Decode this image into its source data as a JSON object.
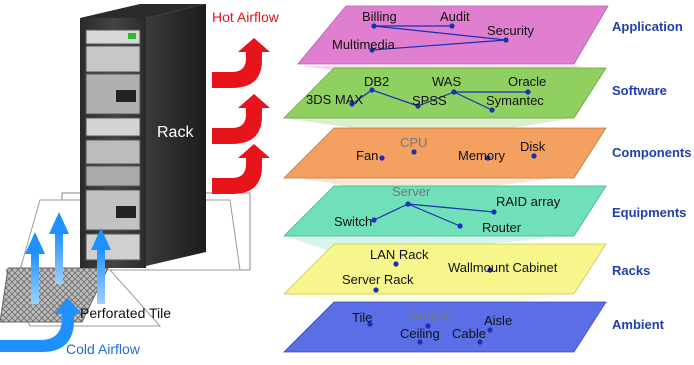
{
  "labels": {
    "hot_airflow": "Hot Airflow",
    "cold_airflow": "Cold Airflow",
    "rack": "Rack",
    "perforated_tile": "Perforated Tile"
  },
  "colors": {
    "hot_arrow": "#e8141c",
    "cold_arrow": "#1e90ff",
    "layer_name": "#1f3fb0",
    "node": "#1a2fb5",
    "edge": "#1a2fb5"
  },
  "layers": [
    {
      "name": "Application",
      "color": "#e07fd0",
      "nodes": [
        "Billing",
        "Audit",
        "Security",
        "Multimedia"
      ]
    },
    {
      "name": "Software",
      "color": "#90d060",
      "nodes": [
        "DB2",
        "WAS",
        "Oracle",
        "3DS MAX",
        "SPSS",
        "Symantec"
      ]
    },
    {
      "name": "Components",
      "color": "#f3a060",
      "nodes": [
        "CPU",
        "Fan",
        "Memory",
        "Disk"
      ]
    },
    {
      "name": "Equipments",
      "color": "#70e0b8",
      "nodes": [
        "Server",
        "RAID array",
        "Switch",
        "Router"
      ]
    },
    {
      "name": "Racks",
      "color": "#f6f68c",
      "nodes": [
        "LAN Rack",
        "Wallmount Cabinet",
        "Server Rack"
      ]
    },
    {
      "name": "Ambient",
      "color": "#5a6ee6",
      "nodes": [
        "Damper",
        "Tile",
        "Aisle",
        "Ceiling",
        "Cable"
      ]
    }
  ]
}
